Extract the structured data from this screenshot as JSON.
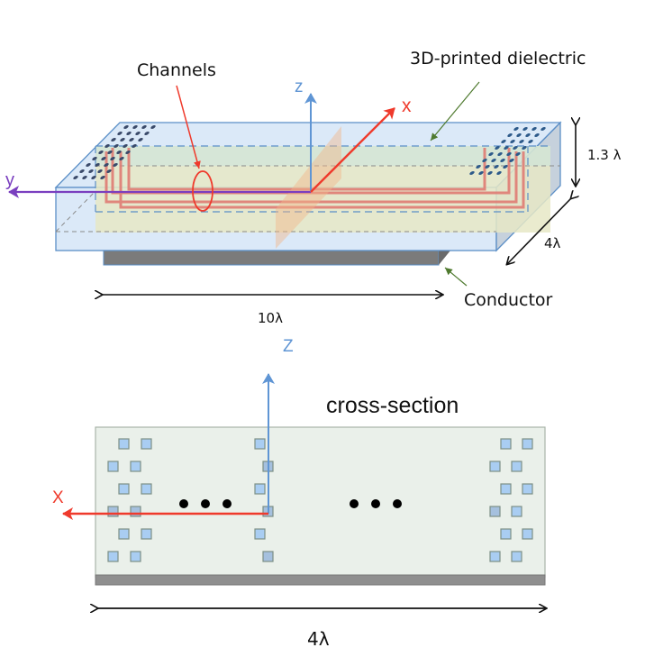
{
  "top_view": {
    "labels": {
      "channels": "Channels",
      "dielectric": "3D-printed dielectric",
      "conductor": "Conductor",
      "height_dim": "1.3 λ",
      "depth_dim": "4λ",
      "length_dim": "10λ"
    },
    "axes": {
      "z": "z",
      "x": "x",
      "y": "y"
    }
  },
  "cross_section": {
    "title": "cross-section",
    "axes": {
      "z": "Z",
      "x": "X"
    },
    "width_dim": "4λ",
    "ellipsis_left": "•••",
    "ellipsis_mid": "•••"
  },
  "colors": {
    "dielectric_fill": "#dbe9f8",
    "dielectric_edge": "#5b8fc7",
    "channel_band_green": "#d5e6d3",
    "channel_band_yellow": "#e6e8c6",
    "channel_red": "#e07c74",
    "conductor": "#7b7b7b",
    "x_axis": "#ef3a2c",
    "y_axis": "#7a3fbf",
    "z_axis": "#5f95d4",
    "pointer_red": "#ef3a2c",
    "pointer_green": "#4f7a2f",
    "cross_fill": "#eaf0ea",
    "cross_channel": "#a9cdf2"
  }
}
